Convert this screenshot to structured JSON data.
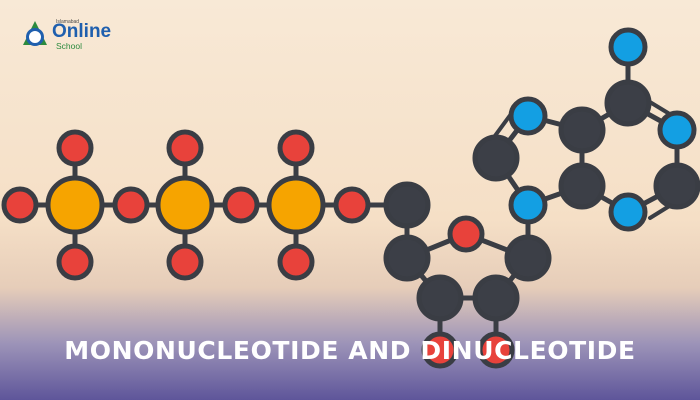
{
  "logo": {
    "brand_top": "Islamabad",
    "brand_main": "Online",
    "brand_sub": "School"
  },
  "caption": "MONONUCLEOTIDE AND DINUCLEOTIDE",
  "colors": {
    "phosphorus": "#f6a400",
    "oxygen": "#e8423b",
    "carbon": "#3c3f47",
    "nitrogen": "#139fe3",
    "bond": "#3a3d44",
    "logo_blue": "#1f5fae",
    "logo_green": "#2c8a3e"
  }
}
